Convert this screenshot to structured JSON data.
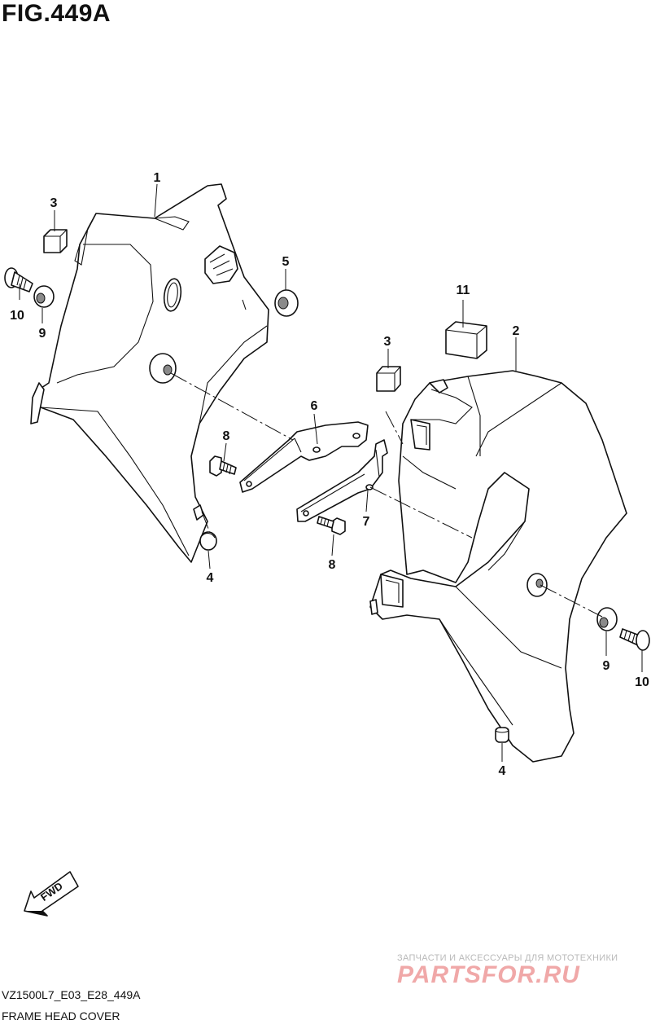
{
  "figure": {
    "title": "FIG.449A",
    "code": "VZ1500L7_E03_E28_449A",
    "caption": "FRAME HEAD COVER"
  },
  "callouts": [
    {
      "id": "left-cover",
      "number": "1"
    },
    {
      "id": "right-cover",
      "number": "2"
    },
    {
      "id": "cushion-left",
      "number": "3"
    },
    {
      "id": "cushion-right",
      "number": "3"
    },
    {
      "id": "grommet-left",
      "number": "4"
    },
    {
      "id": "grommet-right",
      "number": "4"
    },
    {
      "id": "cushion-5",
      "number": "5"
    },
    {
      "id": "bracket-6",
      "number": "6"
    },
    {
      "id": "bracket-7",
      "number": "7"
    },
    {
      "id": "bolt-8-upper",
      "number": "8"
    },
    {
      "id": "bolt-8-lower",
      "number": "8"
    },
    {
      "id": "washer-left",
      "number": "9"
    },
    {
      "id": "washer-right",
      "number": "9"
    },
    {
      "id": "screw-left",
      "number": "10"
    },
    {
      "id": "screw-right",
      "number": "10"
    },
    {
      "id": "cushion-11",
      "number": "11"
    }
  ],
  "fwd_label": "FWD",
  "watermark": {
    "tagline": "ЗАПЧАСТИ И АКСЕССУАРЫ ДЛЯ МОТОТЕХНИКИ",
    "logo": "PARTSFOR.RU"
  }
}
